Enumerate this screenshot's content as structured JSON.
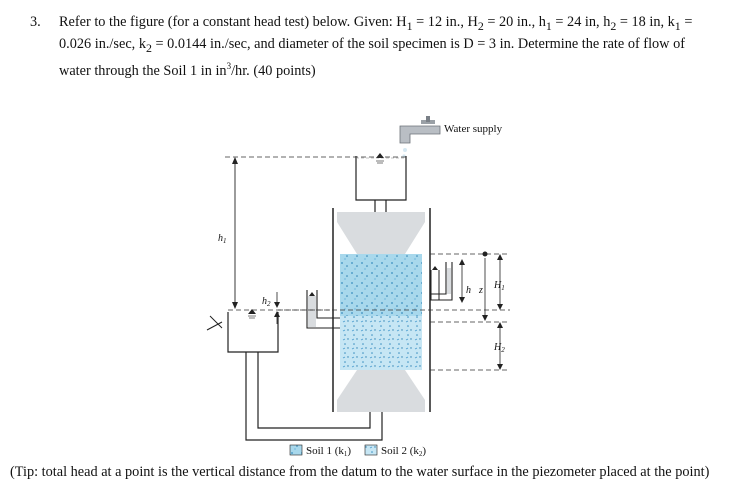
{
  "question": {
    "number": "3.",
    "intro": "Refer to the figure (for a constant head test) below. Given: H",
    "h1_label": "H",
    "values": [
      {
        "sym": "H",
        "sub": "1",
        "val": "12 in."
      },
      {
        "sym": "H",
        "sub": "2",
        "val": "20 in."
      },
      {
        "sym": "h",
        "sub": "1",
        "val": "24 in"
      },
      {
        "sym": "h",
        "sub": "2",
        "val": "18 in"
      },
      {
        "sym": "k",
        "sub": "1",
        "val": "0.026 in./sec"
      },
      {
        "sym": "k",
        "sub": "2",
        "val": "0.0144 in./sec"
      }
    ],
    "line1": "Refer to the figure (for a constant head test) below. Given: H",
    "diameter_text": "and diameter of the soil specimen is D = 3 in. Determine the rate of flow of",
    "line3_start": "water through the Soil 1 in in",
    "line3_sup": "3",
    "line3_end": "/hr. (40 points)"
  },
  "figure": {
    "water_supply": "Water supply",
    "h1": "h",
    "h1_sub": "1",
    "h2": "h",
    "h2_sub": "2",
    "h_small": "h",
    "z": "z",
    "H1": "H",
    "H1_sub": "1",
    "H2": "H",
    "H2_sub": "2",
    "legend_soil1": "Soil 1 (k",
    "legend_soil1_sub": "1",
    "legend_soil2": "Soil 2 (k",
    "legend_soil2_sub": "2",
    "close_paren": ")"
  },
  "tip": "(Tip: total head at a point is the vertical distance from the datum to the water surface in the piezometer placed at the point)"
}
